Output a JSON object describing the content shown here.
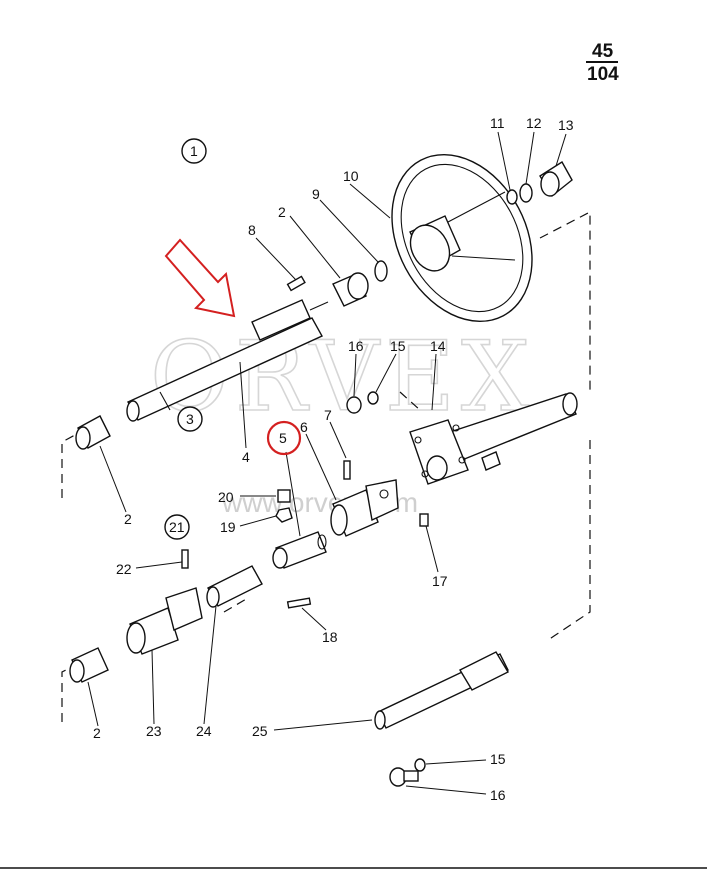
{
  "page": {
    "number_top": "45",
    "number_bottom": "104"
  },
  "watermark": {
    "main": "ORVEX",
    "url": "www.orvex.com"
  },
  "groups": [
    {
      "id": "group-1",
      "label": "1"
    },
    {
      "id": "group-3",
      "label": "3"
    },
    {
      "id": "group-21",
      "label": "21"
    }
  ],
  "callouts": [
    {
      "id": "c-2a",
      "label": "2"
    },
    {
      "id": "c-8",
      "label": "8"
    },
    {
      "id": "c-9",
      "label": "9"
    },
    {
      "id": "c-10",
      "label": "10"
    },
    {
      "id": "c-11",
      "label": "11"
    },
    {
      "id": "c-12",
      "label": "12"
    },
    {
      "id": "c-13",
      "label": "13"
    },
    {
      "id": "c-16a",
      "label": "16"
    },
    {
      "id": "c-15a",
      "label": "15"
    },
    {
      "id": "c-14",
      "label": "14"
    },
    {
      "id": "c-7",
      "label": "7"
    },
    {
      "id": "c-6",
      "label": "6"
    },
    {
      "id": "c-5",
      "label": "5"
    },
    {
      "id": "c-4",
      "label": "4"
    },
    {
      "id": "c-2b",
      "label": "2"
    },
    {
      "id": "c-20",
      "label": "20"
    },
    {
      "id": "c-19",
      "label": "19"
    },
    {
      "id": "c-17",
      "label": "17"
    },
    {
      "id": "c-22",
      "label": "22"
    },
    {
      "id": "c-18",
      "label": "18"
    },
    {
      "id": "c-2c",
      "label": "2"
    },
    {
      "id": "c-23",
      "label": "23"
    },
    {
      "id": "c-24",
      "label": "24"
    },
    {
      "id": "c-25",
      "label": "25"
    },
    {
      "id": "c-15b",
      "label": "15"
    },
    {
      "id": "c-16b",
      "label": "16"
    }
  ],
  "highlight": {
    "callout": "5",
    "color": "#d42020"
  },
  "pointer_arrow": {
    "color": "#d42020",
    "target": "4"
  }
}
